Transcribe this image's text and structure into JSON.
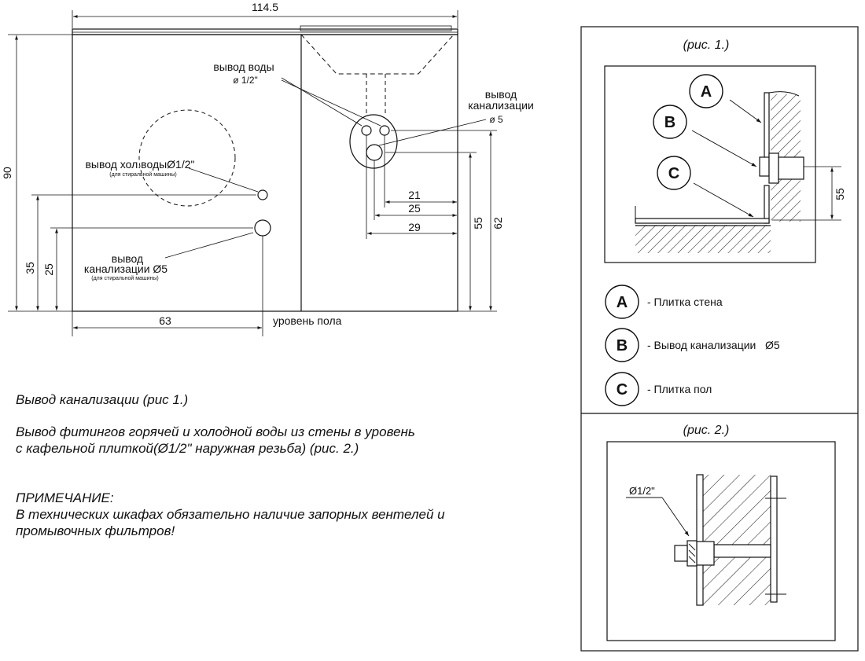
{
  "main_drawing": {
    "dim_width": "114.5",
    "dim_height": "90",
    "hot_water_label": "вывод воды",
    "hot_water_size": "ø 1/2\"",
    "drain_label_1": "вывод",
    "drain_label_2": "канализации",
    "drain_size": "ø 5",
    "cold_water_label": "вывод хол.водыØ1/2\"",
    "cold_water_note": "(для стиральной машины)",
    "wm_drain_label_1": "вывод",
    "wm_drain_label_2": "канализации Ø5",
    "wm_drain_note": "(для стиральной машины)",
    "dim_21": "21",
    "dim_25": "25",
    "dim_29": "29",
    "dim_55": "55",
    "dim_62": "62",
    "dim_35": "35",
    "dim_25_left": "25",
    "dim_63": "63",
    "floor_level": "уровень пола"
  },
  "notes": {
    "line1": "Вывод канализации (рис 1.)",
    "line2": "Вывод фитингов горячей и холодной воды из стены в уровень",
    "line3": "с кафельной плиткой(Ø1/2\" наружная резьба) (рис. 2.)",
    "line4": "ПРИМЕЧАНИЕ:",
    "line5": "В технических шкафах обязательно наличие запорных вентелей и",
    "line6": "промывочных фильтров!"
  },
  "fig1": {
    "title": "(рис. 1.)",
    "dim_55": "55",
    "markers": [
      "A",
      "B",
      "C"
    ],
    "legend": [
      {
        "letter": "A",
        "text": "- Плитка стена"
      },
      {
        "letter": "B",
        "text": "- Вывод канализации   Ø5"
      },
      {
        "letter": "C",
        "text": "- Плитка пол"
      }
    ]
  },
  "fig2": {
    "title": "(рис. 2.)",
    "pipe_size": "Ø1/2\""
  }
}
